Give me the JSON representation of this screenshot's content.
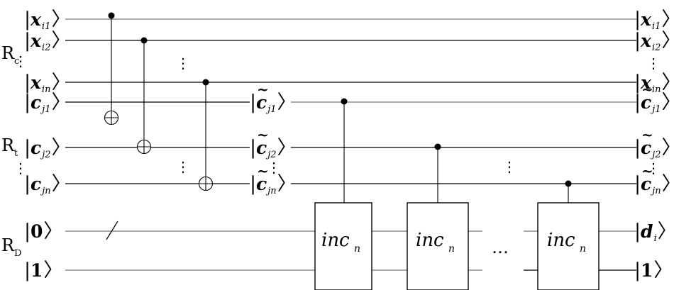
{
  "registers": [
    {
      "label": "R",
      "sub": "c"
    },
    {
      "label": "R",
      "sub": "t"
    },
    {
      "label": "R",
      "sub": "D"
    }
  ],
  "inputs": [
    {
      "sym": "x",
      "sub": "i1"
    },
    {
      "sym": "x",
      "sub": "i2"
    },
    {
      "sym": "x",
      "sub": "in"
    },
    {
      "sym": "c",
      "sub": "j1"
    },
    {
      "sym": "c",
      "sub": "j2"
    },
    {
      "sym": "c",
      "sub": "jn"
    },
    {
      "sym": "0",
      "sub": ""
    },
    {
      "sym": "1",
      "sub": ""
    }
  ],
  "intermediate": [
    {
      "sym": "c",
      "sub": "j1"
    },
    {
      "sym": "c",
      "sub": "j2"
    },
    {
      "sym": "c",
      "sub": "jn"
    }
  ],
  "outputs": [
    {
      "sym": "x",
      "sub": "i1"
    },
    {
      "sym": "x",
      "sub": "i2"
    },
    {
      "sym": "x",
      "sub": "in"
    },
    {
      "sym": "c",
      "sub": "j1"
    },
    {
      "sym": "c",
      "sub": "j2"
    },
    {
      "sym": "c",
      "sub": "jn"
    },
    {
      "sym": "d",
      "sub": "i"
    },
    {
      "sym": "1",
      "sub": ""
    }
  ],
  "gates": [
    {
      "label": "inc",
      "sub": "n"
    },
    {
      "label": "inc",
      "sub": "n"
    },
    {
      "label": "inc",
      "sub": "n"
    }
  ],
  "dots": {
    "vertical": "⋮",
    "horizontal": "…"
  }
}
